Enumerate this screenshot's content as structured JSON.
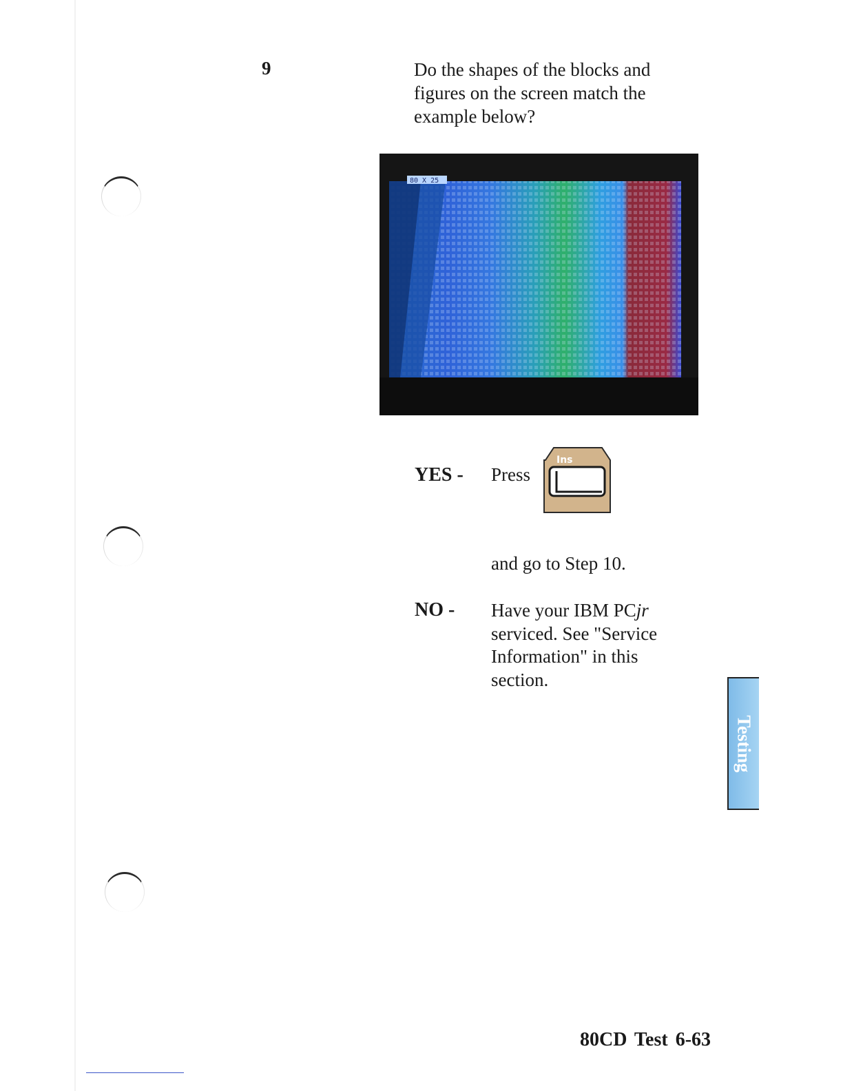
{
  "step": {
    "number": "9",
    "question": "Do the shapes of the blocks and figures on the screen match the example below?"
  },
  "screen_photo": {
    "label": "80 X 25"
  },
  "yes": {
    "label": "YES -",
    "press": "Press",
    "key_label": "Ins",
    "goto": "and go to Step 10."
  },
  "no": {
    "label": "NO -",
    "line1_prefix": "Have your IBM PC",
    "line1_italic": "jr",
    "rest": "serviced. See \"Service Information\" in this section."
  },
  "side_tab": {
    "label": "Testing",
    "color": "#8ec7ef"
  },
  "footer": {
    "text": "80CD Test  6-63"
  }
}
